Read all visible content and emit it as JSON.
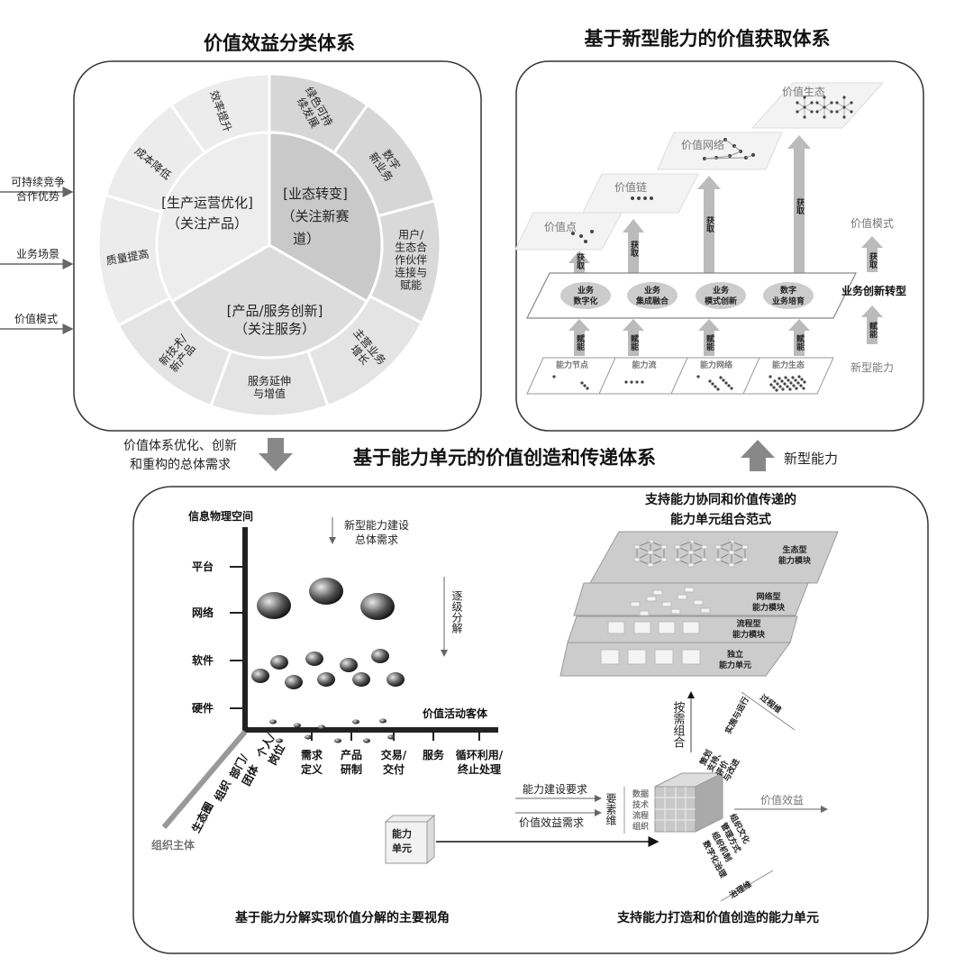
{
  "top_left": {
    "title": "价值效益分类体系",
    "inputs": [
      "可持续竞争",
      "合作优势",
      "业务场景",
      "价值模式"
    ],
    "inner": {
      "ops": [
        "[生产运营优化]",
        "（关注产品）"
      ],
      "transform": [
        "[业态转变]",
        "（关注新赛",
        "道）"
      ],
      "innovation": [
        "[产品/服务创新]",
        "（关注服务）"
      ]
    },
    "outer": [
      "绿色可持",
      "续发展",
      "数字",
      "新业务",
      "用户/",
      "生态合",
      "作伙伴",
      "连接与",
      "赋能",
      "主营业务",
      "增长",
      "服务延伸",
      "与增值",
      "新技术/",
      "新产品",
      "质量提高",
      "成本降低",
      "效率提升"
    ]
  },
  "top_right": {
    "title": "基于新型能力的价值获取体系",
    "value_levels": [
      "价值点",
      "价值链",
      "价值网络",
      "价值生态"
    ],
    "acquire": "获取",
    "enable": "赋能",
    "business": [
      "业务",
      "数字化",
      "业务",
      "集成融合",
      "业务",
      "模式创新",
      "数字",
      "业务培育"
    ],
    "capabilities": [
      "能力节点",
      "能力流",
      "能力网络",
      "能力生态"
    ],
    "side": {
      "value_mode": "价值模式",
      "acquire": "获取",
      "biz_transform": "业务创新转型",
      "enable": "赋能",
      "new_capability": "新型能力"
    }
  },
  "middle": {
    "left_note": [
      "价值体系优化、创新",
      "和重构的总体需求"
    ],
    "title": "基于能力单元的价值创造和传递体系",
    "right_note": "新型能力"
  },
  "bottom_left": {
    "y_axis_title": "信息物理空间",
    "y_ticks": [
      "平台",
      "网络",
      "软件",
      "硬件"
    ],
    "x_axis_title": "价值活动客体",
    "x_ticks": [
      [
        "需求",
        "定义"
      ],
      [
        "产品",
        "研制"
      ],
      [
        "交易/",
        "交付"
      ],
      [
        "服务",
        ""
      ],
      [
        "循环利用/",
        "终止处理"
      ]
    ],
    "z_axis_title": "组织主体",
    "z_ticks": [
      "个人/",
      "岗位",
      "部门/",
      "团体",
      "生态圈",
      "组织"
    ],
    "demand": [
      "新型能力建设",
      "总体需求"
    ],
    "decompose": "逐级分解",
    "caption": "基于能力分解实现价值分解的主要视角"
  },
  "bottom_right": {
    "title": [
      "支持能力协同和价值传递的",
      "能力单元组合范式"
    ],
    "layers": [
      [
        "生态型",
        "能力模块"
      ],
      [
        "网络型",
        "能力模块"
      ],
      [
        "流程型",
        "能力模块"
      ],
      [
        "独立",
        "能力单元"
      ]
    ],
    "compose": "按需组合",
    "process_dim": "过程维",
    "process_items": [
      "策划",
      "支持、",
      "实施与运行",
      "评价",
      "与改进"
    ],
    "governance_dim": "治理维",
    "governance_items": [
      "组织文化",
      "管理方式",
      "组织机制",
      "数字化治理"
    ],
    "element_dim": "要素维",
    "element_items": [
      "数据",
      "技术",
      "流程",
      "组织"
    ],
    "inputs": [
      "能力建设要求",
      "价值效益需求"
    ],
    "output": "价值效益",
    "unit": [
      "能力",
      "单元"
    ],
    "caption": "支持能力打造和价值创造的能力单元"
  }
}
